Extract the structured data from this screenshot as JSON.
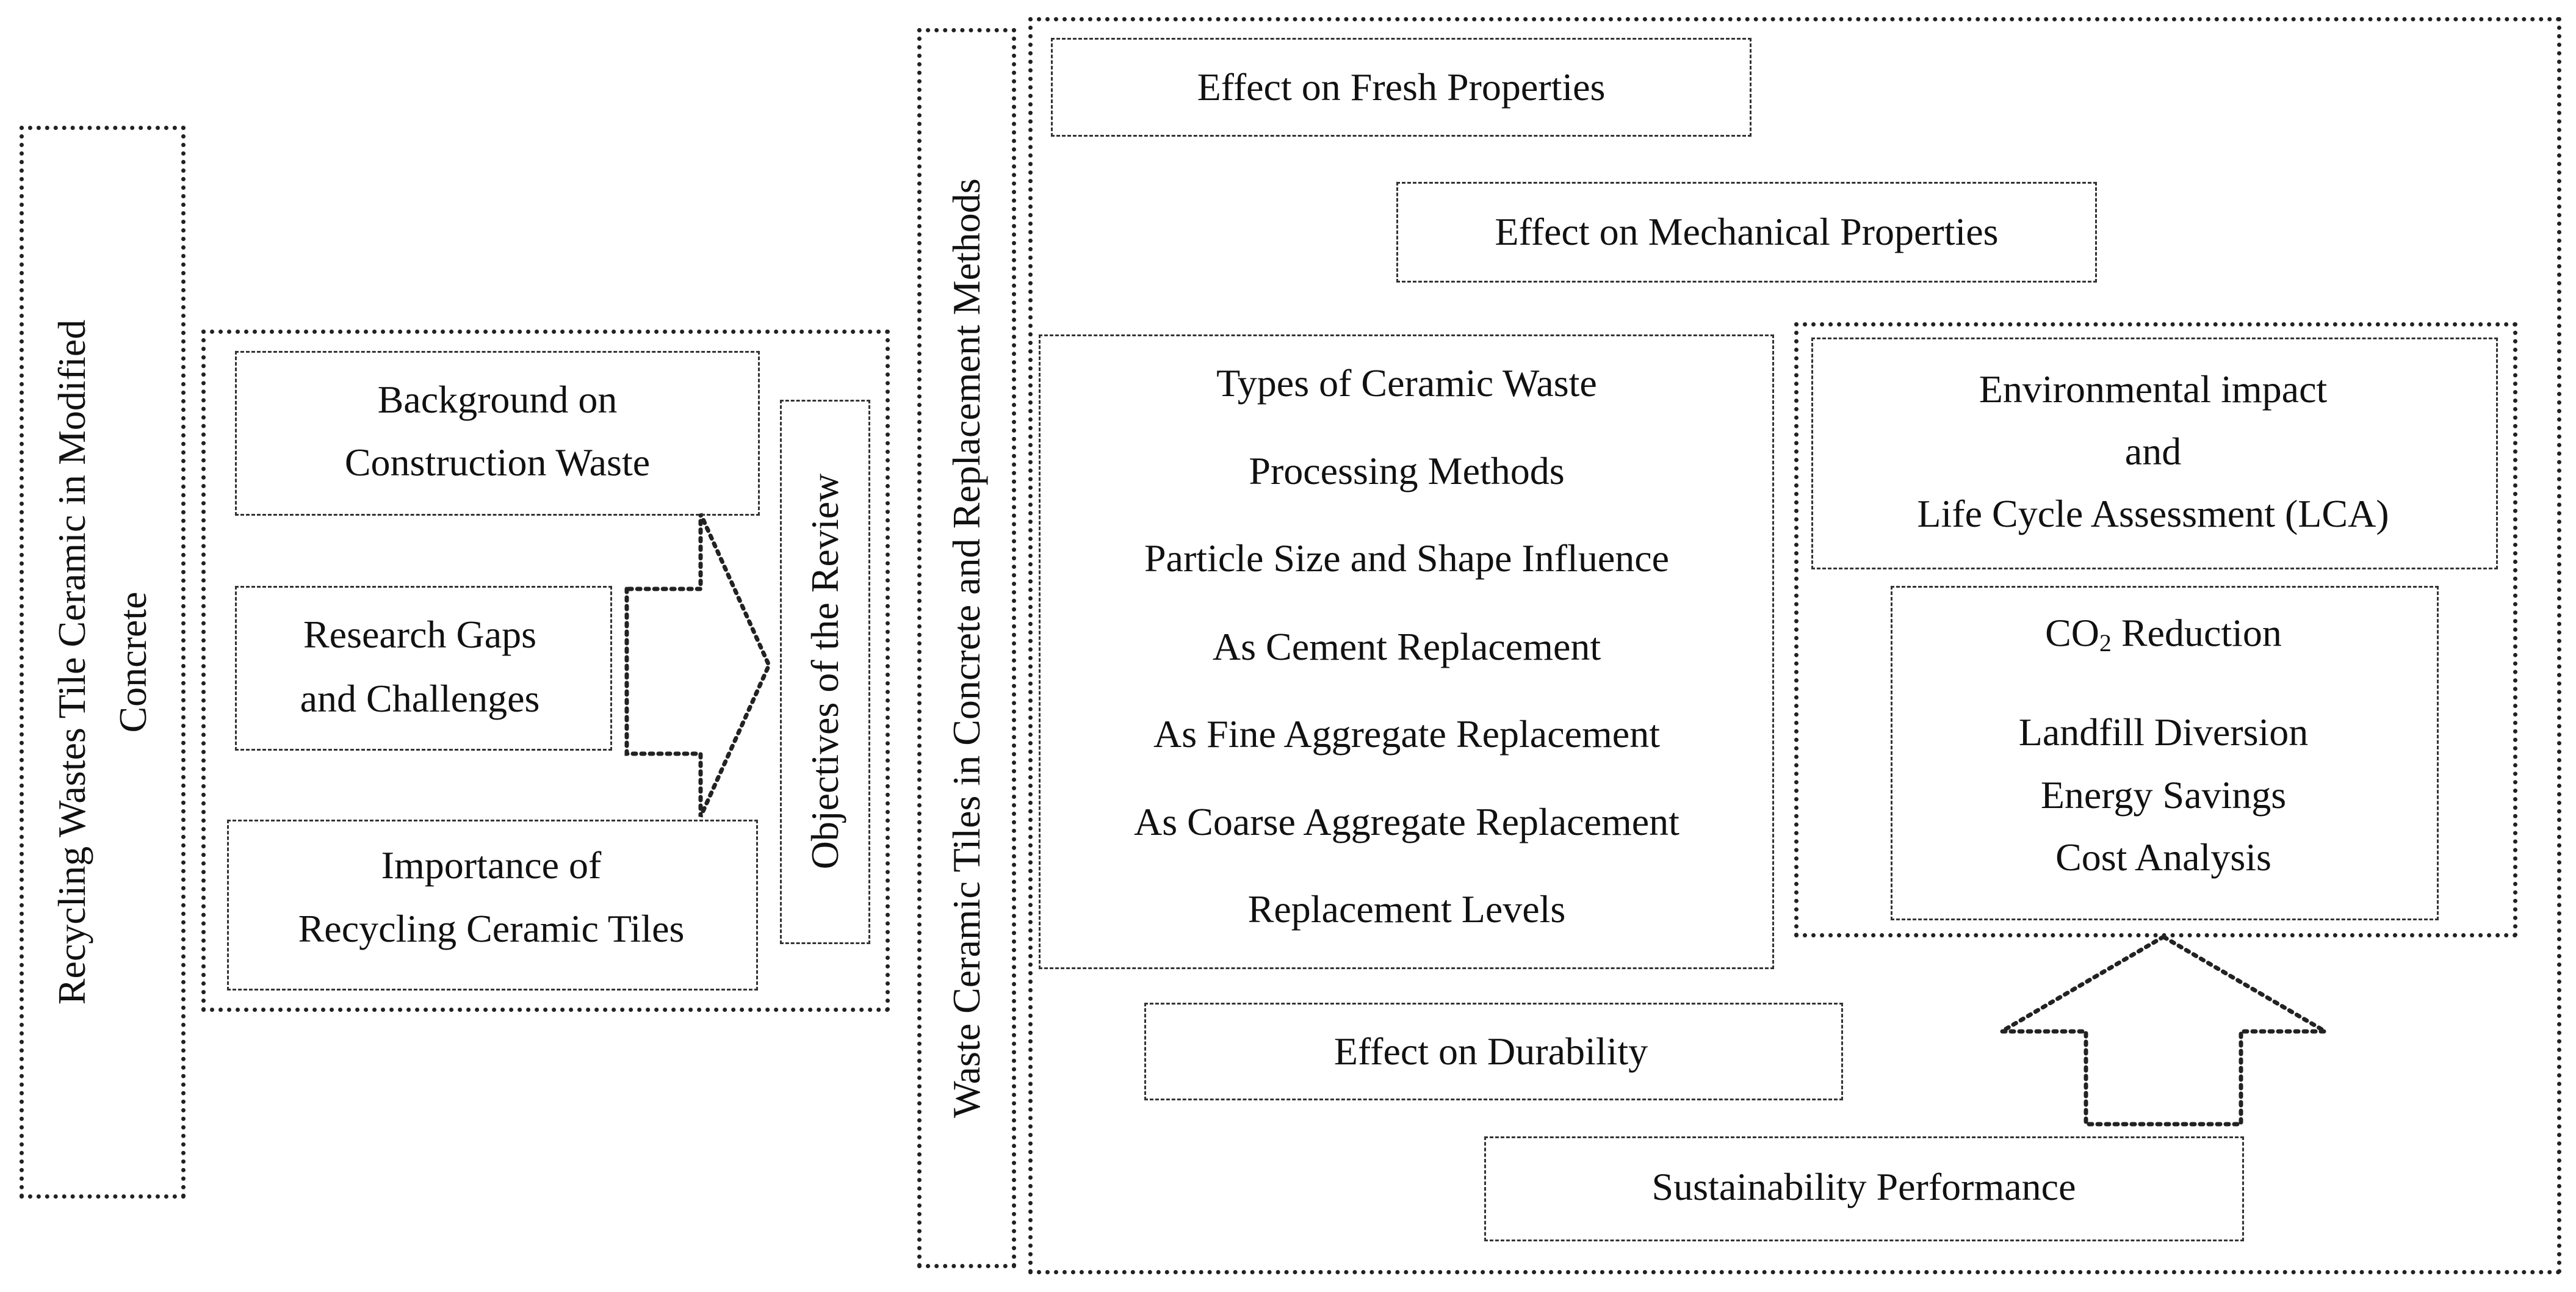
{
  "titles": {
    "main_vertical": [
      "Recycling Wastes Tile Ceramic in Modified",
      "Concrete"
    ],
    "objectives": "Objectives of the Review",
    "methods_vertical": "Waste Ceramic Tiles in Concrete and Replacement Methods"
  },
  "intro": {
    "background": [
      "Background on",
      "Construction Waste"
    ],
    "gaps": [
      "Research Gaps",
      "and Challenges"
    ],
    "importance": [
      "Importance of",
      "Recycling Ceramic Tiles"
    ]
  },
  "properties": {
    "fresh": "Effect on Fresh Properties",
    "mechanical": "Effect on Mechanical Properties",
    "durability": "Effect on Durability",
    "sustainability": "Sustainability Performance"
  },
  "ceramic_list": [
    "Types of Ceramic Waste",
    "Processing Methods",
    "Particle Size and Shape Influence",
    "As Cement Replacement",
    "As Fine Aggregate Replacement",
    "As Coarse Aggregate Replacement",
    "Replacement Levels"
  ],
  "environment": {
    "lines": [
      "Environmental impact",
      "and",
      "Life Cycle Assessment (LCA)"
    ],
    "co2_prefix": "CO",
    "co2_sub": "2",
    "co2_suffix": " Reduction",
    "items": [
      "Landfill Diversion",
      "Energy Savings",
      "Cost Analysis"
    ]
  }
}
